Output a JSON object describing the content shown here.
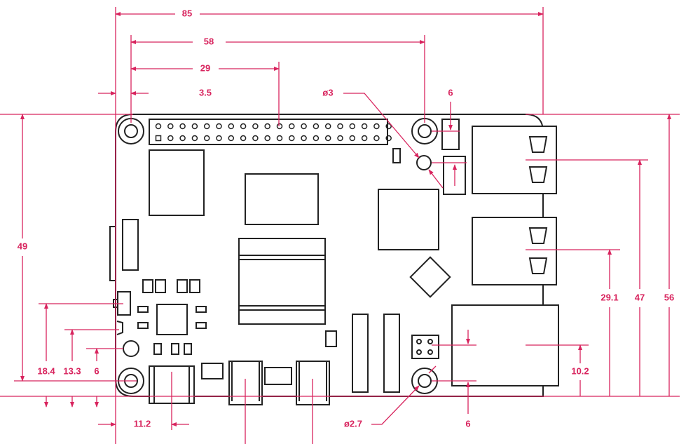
{
  "colors": {
    "dimension": "#d8245e",
    "outline": "#222222"
  },
  "dimensions": {
    "board_width": "85",
    "hole_spacing_x": "58",
    "header_center": "29",
    "hole_offset": "3.5",
    "hole_small_diameter": "ø3",
    "top_6": "6",
    "hole_spacing_y": "49",
    "usb1_height": "29.1",
    "usb2_height": "47",
    "board_height": "56",
    "usbc_height": "18.4",
    "hdmi_height": "13.3",
    "led_height": "6",
    "ethernet_height": "10.2",
    "usbc_offset": "11.2",
    "hole_diameter": "ø2.7",
    "bottom_6": "6"
  }
}
